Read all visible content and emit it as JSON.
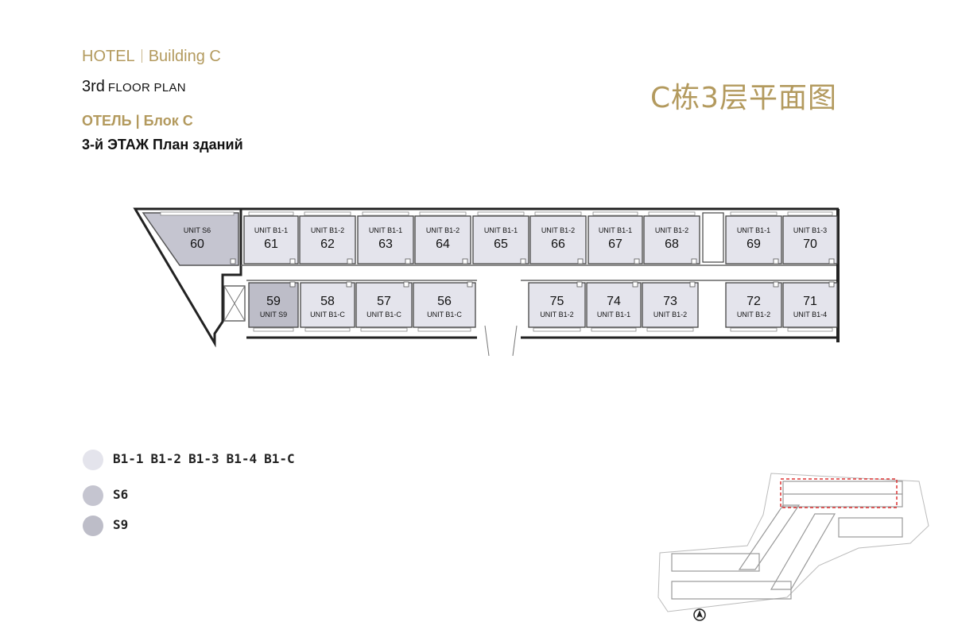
{
  "header": {
    "hotel": "HOTEL",
    "building": "Building C",
    "floor_num": "3rd",
    "floor_plan": "FLOOR PLAN",
    "ru_title": "ОТЕЛЬ | Блок С",
    "ru_subtitle": "3-й ЭТАЖ  План зданий",
    "cn_title": "C栋3层平面图"
  },
  "colors": {
    "gold": "#b39a5e",
    "unit_b1": "#e4e4ec",
    "unit_s6": "#c5c5d0",
    "unit_s9": "#bdbdc8",
    "wall": "#222222"
  },
  "units": {
    "top": [
      {
        "type": "UNIT S6",
        "number": "60"
      },
      {
        "type": "UNIT B1-1",
        "number": "61"
      },
      {
        "type": "UNIT B1-2",
        "number": "62"
      },
      {
        "type": "UNIT B1-1",
        "number": "63"
      },
      {
        "type": "UNIT B1-2",
        "number": "64"
      },
      {
        "type": "UNIT B1-1",
        "number": "65"
      },
      {
        "type": "UNIT B1-2",
        "number": "66"
      },
      {
        "type": "UNIT B1-1",
        "number": "67"
      },
      {
        "type": "UNIT B1-2",
        "number": "68"
      },
      {
        "type": "UNIT B1-1",
        "number": "69"
      },
      {
        "type": "UNIT B1-3",
        "number": "70"
      }
    ],
    "bottom": [
      {
        "type": "UNIT S9",
        "number": "59"
      },
      {
        "type": "UNIT B1-C",
        "number": "58"
      },
      {
        "type": "UNIT B1-C",
        "number": "57"
      },
      {
        "type": "UNIT B1-C",
        "number": "56"
      },
      {
        "type": "UNIT B1-2",
        "number": "75"
      },
      {
        "type": "UNIT B1-1",
        "number": "74"
      },
      {
        "type": "UNIT B1-2",
        "number": "73"
      },
      {
        "type": "UNIT B1-2",
        "number": "72"
      },
      {
        "type": "UNIT B1-4",
        "number": "71"
      }
    ]
  },
  "legend": [
    {
      "labels": [
        "B1-1",
        "B1-2",
        "B1-3",
        "B1-4",
        "B1-C"
      ],
      "color": "#e4e4ec"
    },
    {
      "labels": [
        "S6"
      ],
      "color": "#c5c5d0"
    },
    {
      "labels": [
        "S9"
      ],
      "color": "#bdbdc8"
    }
  ],
  "site_map": {
    "north_icon": "north-arrow-icon"
  }
}
